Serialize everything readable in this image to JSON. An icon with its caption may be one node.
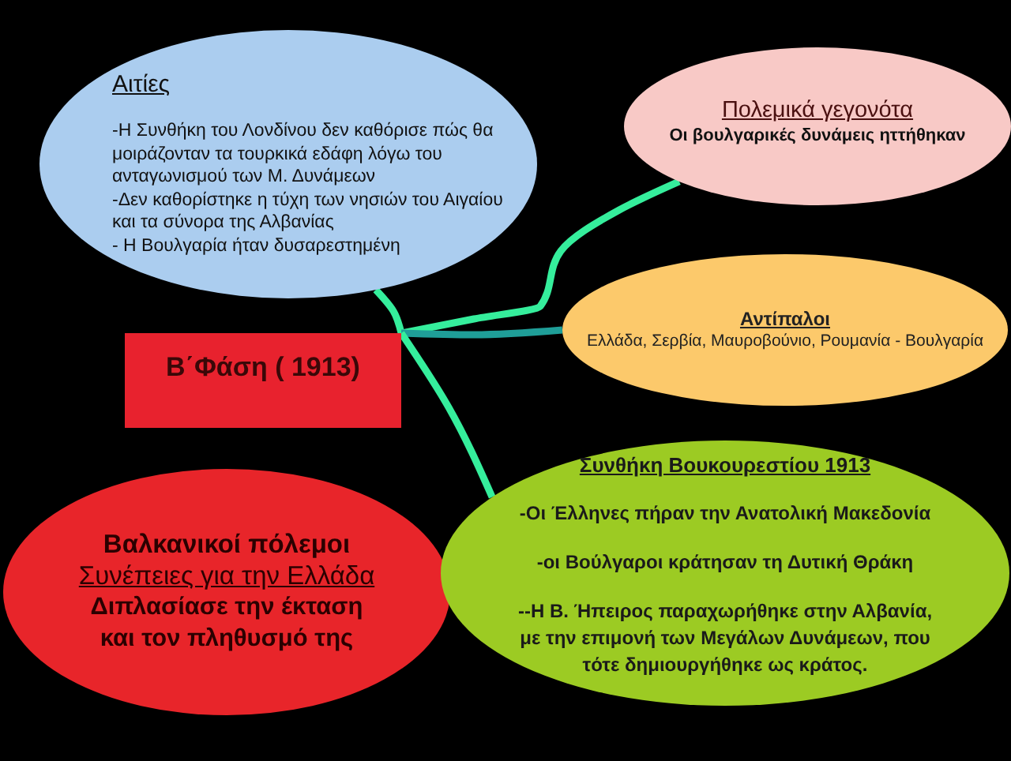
{
  "diagram": {
    "nodes": [
      {
        "text": [
          "Αιτίες",
          "-Η Συνθήκη του Λονδίνου δεν καθόρισε πώς θα μοιράζονταν τα τουρκικά εδάφη λόγω του ανταγωνισμού των Μ. Δυνάμεων",
          "-Δεν καθορίστηκε η τύχη των νησιών του Αιγαίου και τα σύνορα της Αλβανίας",
          "- Η Βουλγαρία ήταν δυσαρεστημένη"
        ]
      },
      {
        "text": [
          "Πολεμικά γεγονότα",
          "Οι βουλγαρικές δυνάμεις ηττήθηκαν"
        ]
      },
      {
        "text": [
          "Β΄Φάση ( 1913)"
        ]
      },
      {
        "text": [
          "Αντίπαλοι",
          "Ελλάδα, Σερβία, Μαυροβούνιο, Ρουμανία - Βουλγαρία"
        ]
      },
      {
        "text": [
          "Βαλκανικοί πόλεμοι",
          "Συνέπειες για την Ελλάδα",
          "Διπλασίασε την έκταση και τον πληθυσμό της"
        ]
      },
      {
        "text": [
          "Συνθήκη Βουκουρεστίου 1913",
          "-Οι Έλληνες πήραν την Ανατολική Μακεδονία",
          "-οι Βούλγαροι κράτησαν τη Δυτική Θράκη",
          "--Η Β. Ήπειρος παραχωρήθηκε στην Αλβανία, με την επιμονή των Μεγάλων Δυνάμεων, που τότε δημιουργήθηκε ως κράτος."
        ]
      }
    ],
    "edges": [
      {
        "from": 2,
        "to": 0,
        "arrow": "none"
      },
      {
        "from": 2,
        "to": 1,
        "arrow": "none"
      },
      {
        "from": 2,
        "to": 3,
        "arrow": "none",
        "color": "#1f9e98"
      },
      {
        "from": 2,
        "to": 5,
        "arrow": "none"
      }
    ]
  }
}
